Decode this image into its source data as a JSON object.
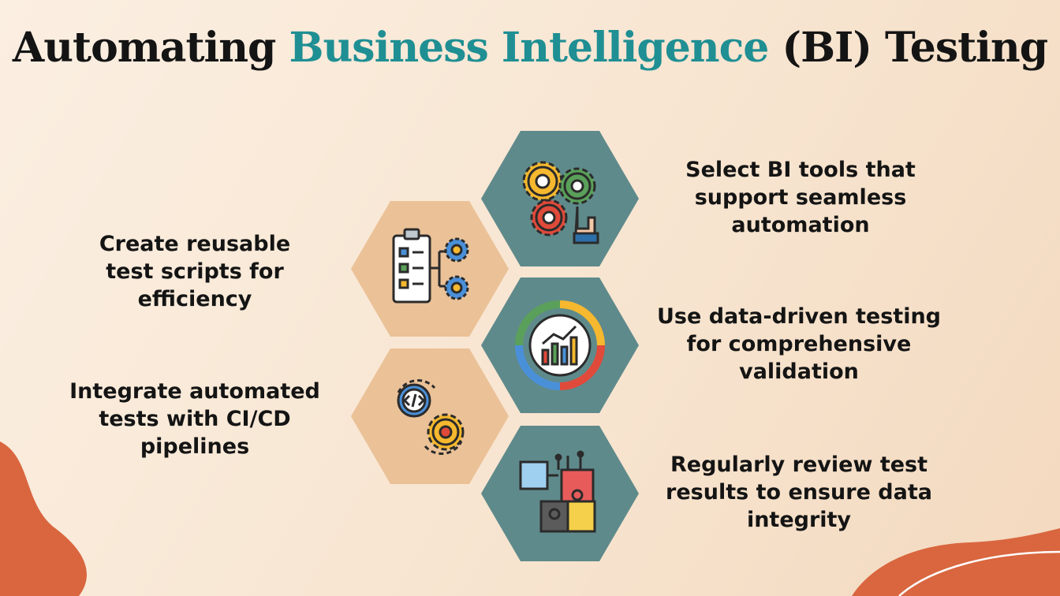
{
  "title": {
    "part1": "Automating",
    "accent": "Business Intelligence",
    "part2": "(BI) Testing"
  },
  "colors": {
    "background": "#f8e8d6",
    "accent": "#1f8f93",
    "hex_teal": "#5f8a8b",
    "hex_tan": "#ebc197",
    "blob": "#d9663f"
  },
  "steps": [
    {
      "icon": "gears-hand-icon",
      "text": [
        "Select BI tools that",
        "support seamless",
        "automation"
      ]
    },
    {
      "icon": "checklist-gears-icon",
      "text": [
        "Create reusable",
        "test scripts for",
        "efficiency"
      ]
    },
    {
      "icon": "data-analytics-icon",
      "text": [
        "Use data-driven testing",
        "for comprehensive",
        "validation"
      ]
    },
    {
      "icon": "code-gear-cycle-icon",
      "text": [
        "Integrate automated",
        "tests with CI/CD",
        "pipelines"
      ]
    },
    {
      "icon": "puzzle-pieces-icon",
      "text": [
        "Regularly review test",
        "results to ensure data",
        "integrity"
      ]
    }
  ]
}
